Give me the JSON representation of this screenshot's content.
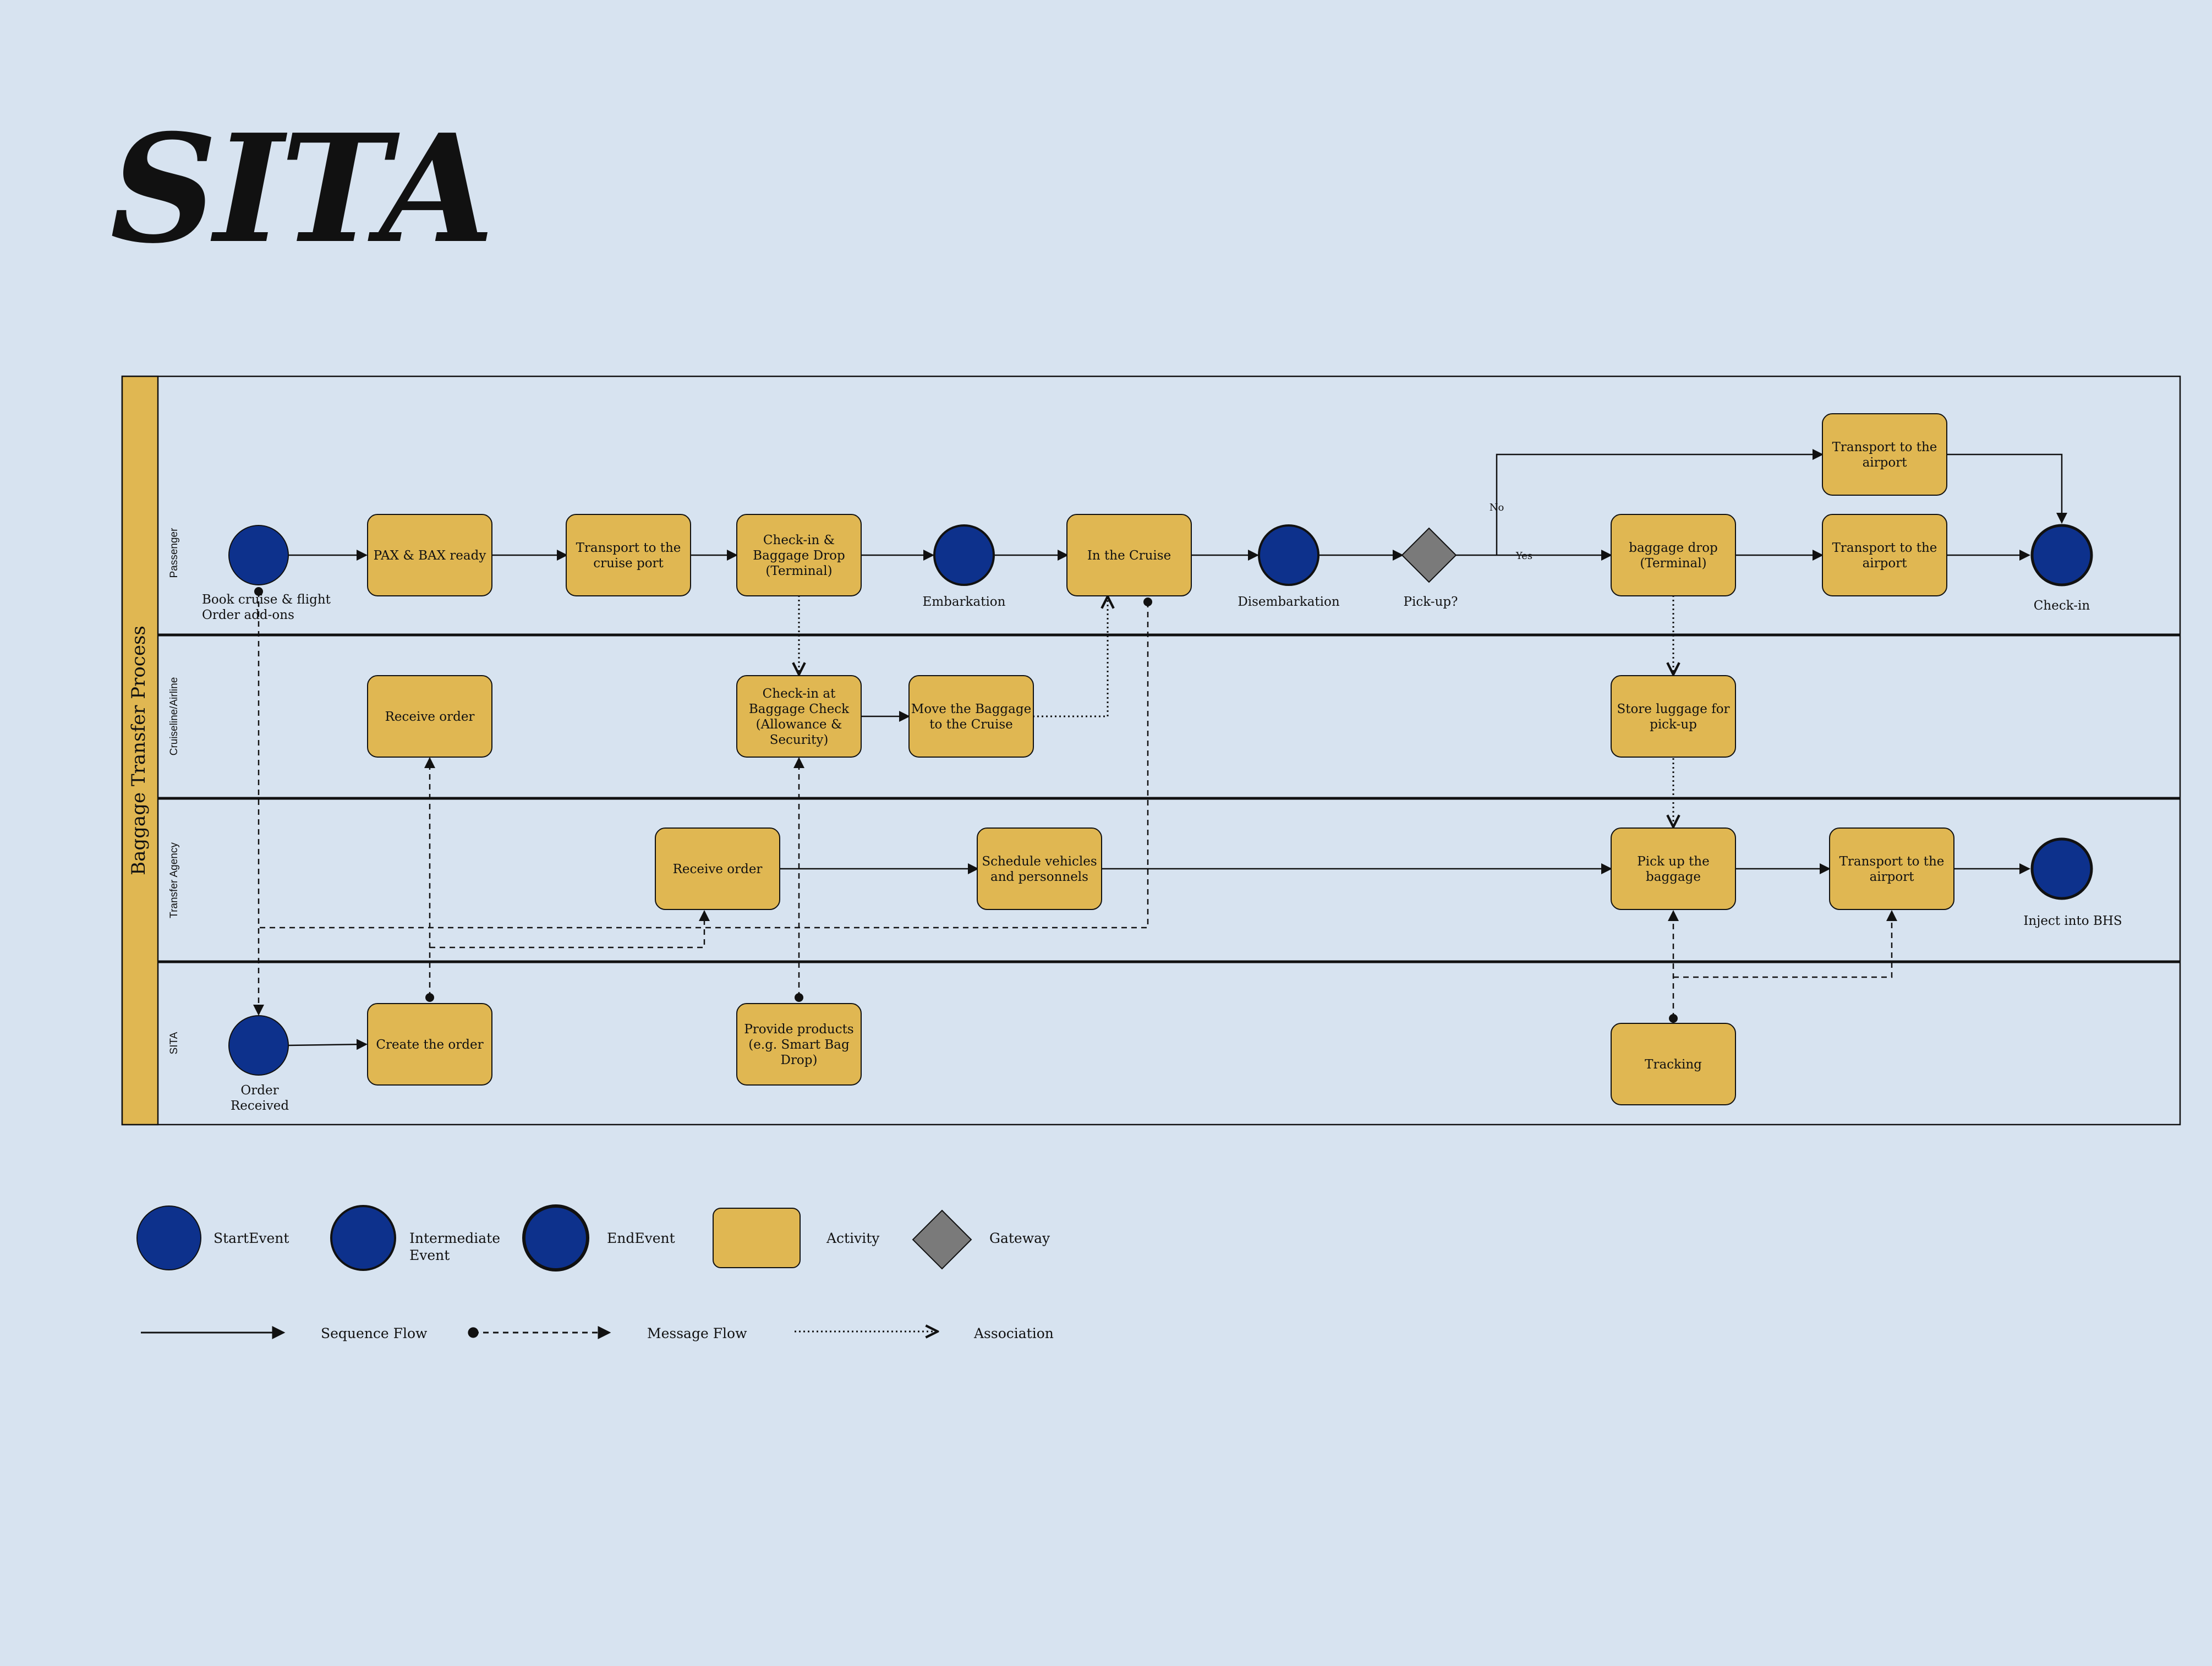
{
  "logo": {
    "text": "SITA",
    "color_top": "#5bb3e6",
    "color_bottom": "#1c5fb0"
  },
  "colors": {
    "background": "#d7e3f0",
    "event_fill": "#0d318c",
    "activity_fill": "#e0b752",
    "pool_label_fill": "#e0b752",
    "gateway_fill": "#7a7a7a"
  },
  "pool": {
    "title": "Baggage Transfer Process",
    "lanes": [
      "Passenger",
      "Cruiseline/Airline",
      "Transfer Agency",
      "SITA"
    ]
  },
  "events": {
    "start": [
      "Book cruise & flight",
      "Order add-ons"
    ],
    "embarkation": "Embarkation",
    "disembarkation": "Disembarkation",
    "checkin_end": "Check-in",
    "inject": "Inject into BHS",
    "order_received": [
      "Order",
      "Received"
    ]
  },
  "gateway": {
    "label": "Pick-up?",
    "no": "No",
    "yes": "Yes"
  },
  "activities": {
    "pax_bax": [
      "PAX & BAX ready"
    ],
    "transport_port": [
      "Transport to the",
      "cruise port"
    ],
    "checkin_drop": [
      "Check-in &",
      "Baggage Drop",
      "(Terminal)"
    ],
    "in_cruise": [
      "In the Cruise"
    ],
    "transport_airport_top": [
      "Transport to the",
      "airport"
    ],
    "baggage_drop_terminal": [
      "baggage drop",
      "(Terminal)"
    ],
    "transport_airport_mid": [
      "Transport to the",
      "airport"
    ],
    "receive_order_cruise": [
      "Receive order"
    ],
    "checkin_baggage_check": [
      "Check-in at",
      "Baggage Check",
      "(Allowance &",
      "Security)"
    ],
    "move_baggage": [
      "Move the Baggage",
      "to the Cruise"
    ],
    "store_luggage": [
      "Store luggage for",
      "pick-up"
    ],
    "receive_order_agency": [
      "Receive order"
    ],
    "schedule_vehicles": [
      "Schedule vehicles",
      "and personnels"
    ],
    "pick_up_baggage": [
      "Pick up the",
      "baggage"
    ],
    "transport_airport_agency": [
      "Transport to the",
      "airport"
    ],
    "create_order": [
      "Create the order"
    ],
    "provide_products": [
      "Provide products",
      "(e.g. Smart Bag",
      "Drop)"
    ],
    "tracking": [
      "Tracking"
    ]
  },
  "legend": {
    "start_event": [
      "StartEvent"
    ],
    "intermediate_event": [
      "Intermediate",
      "Event"
    ],
    "end_event": [
      "EndEvent"
    ],
    "activity": [
      "Activity"
    ],
    "gateway": [
      "Gateway"
    ],
    "sequence_flow": "Sequence Flow",
    "message_flow": "Message Flow",
    "association": "Association"
  }
}
